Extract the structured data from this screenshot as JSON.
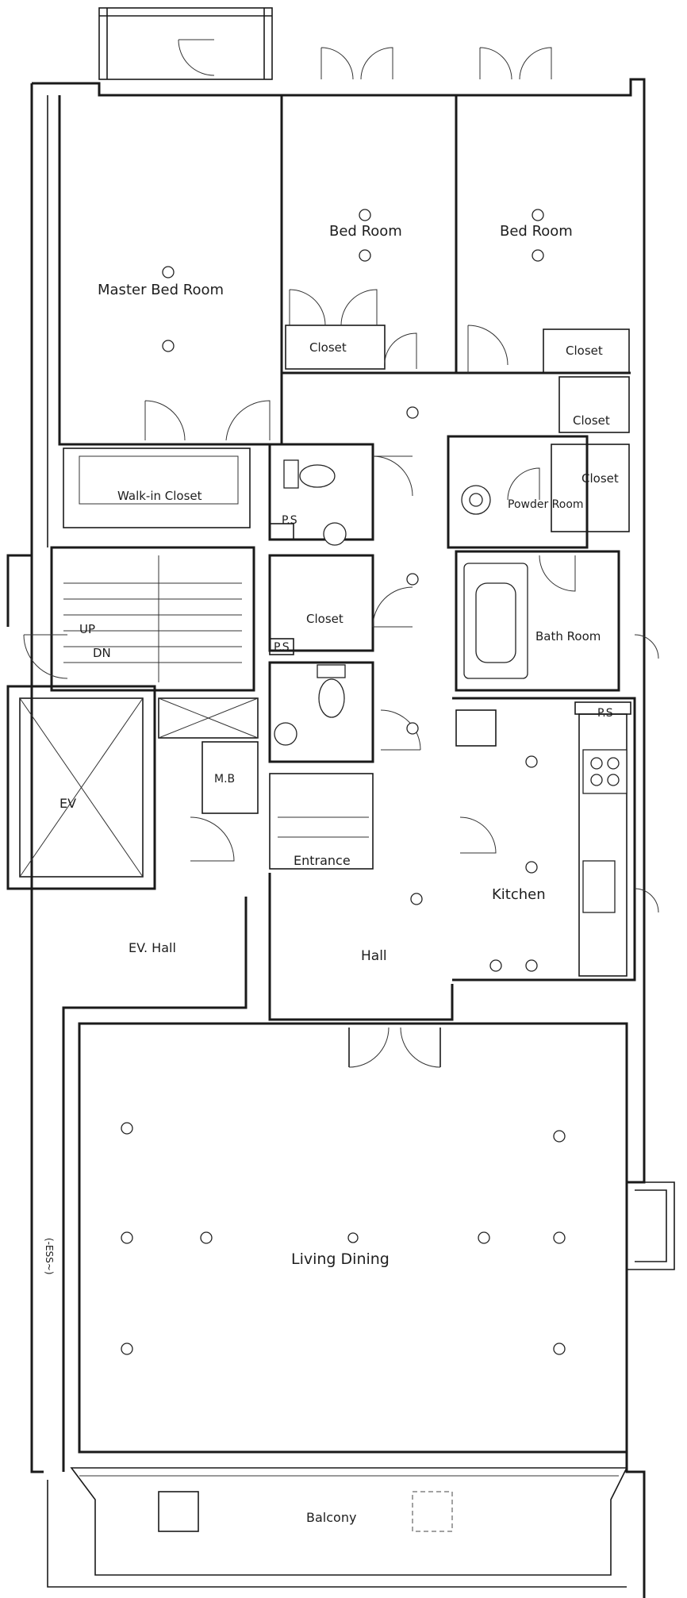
{
  "rooms": {
    "master_bed_room": "Master Bed Room",
    "bed_room_1": "Bed Room",
    "bed_room_2": "Bed Room",
    "closet_1": "Closet",
    "closet_2": "Closet",
    "closet_3": "Closet",
    "closet_4": "Closet",
    "closet_5": "Closet",
    "walk_in_closet": "Walk-in Closet",
    "powder_room": "Powder Room",
    "bath_room": "Bath Room",
    "ps_1": "P.S",
    "ps_2": "P.S",
    "ps_3": "P.S",
    "up": "UP",
    "dn": "DN",
    "ev": "EV",
    "mb": "M.B",
    "entrance": "Entrance",
    "kitchen": "Kitchen",
    "ev_hall": "EV. Hall",
    "hall": "Hall",
    "living_dining": "Living Dining",
    "balcony": "Balcony",
    "side_dim": "(-ESS~)"
  },
  "icons": {
    "door_swing": "door-swing-icon",
    "toilet": "toilet-icon",
    "bathtub": "bathtub-icon",
    "stove": "stove-icon",
    "ceiling_light": "ceiling-light-icon"
  }
}
